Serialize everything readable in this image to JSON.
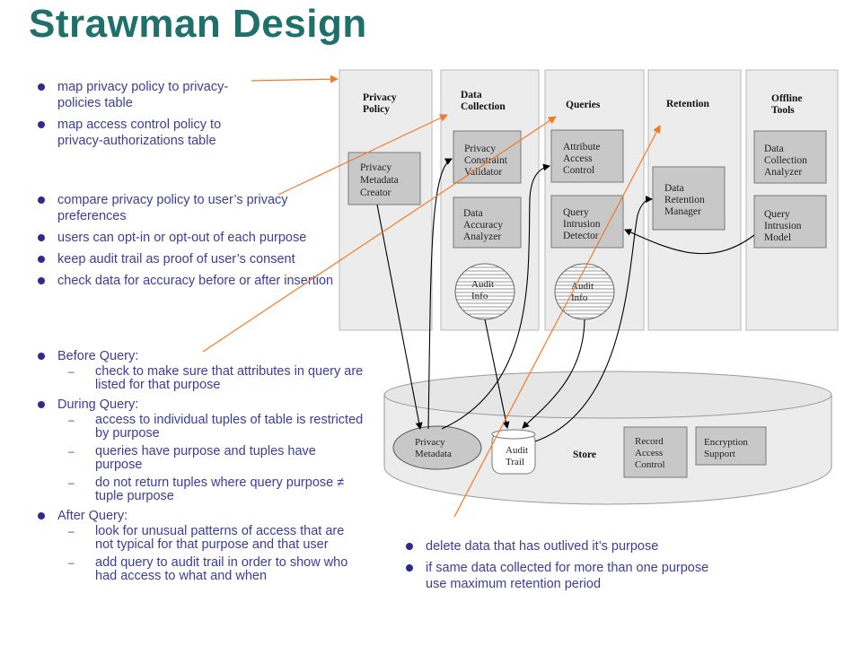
{
  "title": "Strawman Design",
  "bullets_group1": [
    "map privacy policy to privacy-policies table",
    "map access control policy to privacy-authorizations table"
  ],
  "bullets_group2": [
    "compare privacy policy to user’s privacy preferences",
    "users can opt-in or opt-out of each purpose",
    "keep audit trail as proof of user’s consent",
    "check data for accuracy before or after insertion"
  ],
  "query_phases": [
    {
      "label": "Before Query:",
      "items": [
        "check to make sure that attributes in query are listed for that purpose"
      ]
    },
    {
      "label": "During Query:",
      "items": [
        "access to individual tuples of table is restricted by purpose",
        "queries have purpose and tuples have purpose",
        "do not return tuples where query purpose ≠ tuple purpose"
      ]
    },
    {
      "label": "After Query:",
      "items": [
        "look for unusual patterns of access that are not typical for that purpose and that user",
        "add query to audit trail in order to show who had access to what and when"
      ]
    }
  ],
  "retention_bullets": [
    "delete data that has outlived it’s purpose",
    "if same data collected for more than one purpose use maximum retention period"
  ],
  "diagram": {
    "columns": [
      {
        "heading_lines": [
          "Privacy",
          "Policy"
        ]
      },
      {
        "heading_lines": [
          "Data",
          "Collection"
        ]
      },
      {
        "heading_lines": [
          "Queries"
        ]
      },
      {
        "heading_lines": [
          "Retention"
        ]
      },
      {
        "heading_lines": [
          "Offline",
          "Tools"
        ]
      }
    ],
    "boxes": [
      {
        "name": "privacy-metadata-creator-box",
        "lines": [
          "Privacy",
          "Metadata",
          "Creator"
        ]
      },
      {
        "name": "privacy-constraint-validator-box",
        "lines": [
          "Privacy",
          "Constraint",
          "Validator"
        ]
      },
      {
        "name": "data-accuracy-analyzer-box",
        "lines": [
          "Data",
          "Accuracy",
          "Analyzer"
        ]
      },
      {
        "name": "attribute-access-control-box",
        "lines": [
          "Attribute",
          "Access",
          "Control"
        ]
      },
      {
        "name": "query-intrusion-detector-box",
        "lines": [
          "Query",
          "Intrusion",
          "Detector"
        ]
      },
      {
        "name": "data-retention-manager-box",
        "lines": [
          "Data",
          "Retention",
          "Manager"
        ]
      },
      {
        "name": "data-collection-analyzer-box",
        "lines": [
          "Data",
          "Collection",
          "Analyzer"
        ]
      },
      {
        "name": "query-intrusion-model-box",
        "lines": [
          "Query",
          "Intrusion",
          "Model"
        ]
      }
    ],
    "audit_info_1": [
      "Audit",
      "Info"
    ],
    "audit_info_2": [
      "Audit",
      "Info"
    ],
    "store_label": "Store",
    "store_items": [
      {
        "name": "privacy-metadata-ellipse",
        "lines": [
          "Privacy",
          "Metadata"
        ]
      },
      {
        "name": "audit-trail-cylinder",
        "lines": [
          "Audit",
          "Trail"
        ]
      },
      {
        "name": "record-access-control-box",
        "lines": [
          "Record",
          "Access",
          "Control"
        ]
      },
      {
        "name": "encryption-support-box",
        "lines": [
          "Encryption",
          "Support"
        ]
      }
    ],
    "colors": {
      "column_fill": "#ececec",
      "box_fill": "#c8c8c8",
      "annotation_arrow": "#f07a28",
      "title": "#1f6f6a",
      "bullet_text": "#3c3c9a"
    }
  }
}
